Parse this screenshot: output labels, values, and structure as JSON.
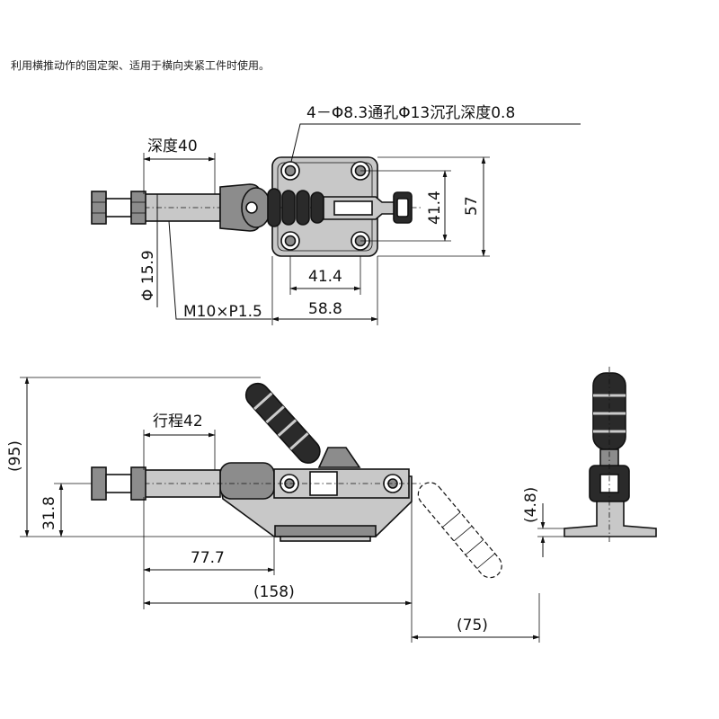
{
  "caption": "利用横推动作的固定架、适用于横向夹紧工件时使用。",
  "dimensions": {
    "hole_spec": "4－Φ8.3通孔Φ13沉孔深度0.8",
    "depth": "深度40",
    "shaft_dia": "Φ 15.9",
    "thread": "M10×P1.5",
    "base_hole_spacing_w": "41.4",
    "base_width": "58.8",
    "base_hole_spacing_h": "41.4",
    "base_height": "57",
    "stroke": "行程42",
    "total_height": "(95)",
    "center_height": "31.8",
    "base_length": "77.7",
    "total_length": "(158)",
    "handle_swing": "(75)",
    "plate_thickness": "(4.8)"
  }
}
